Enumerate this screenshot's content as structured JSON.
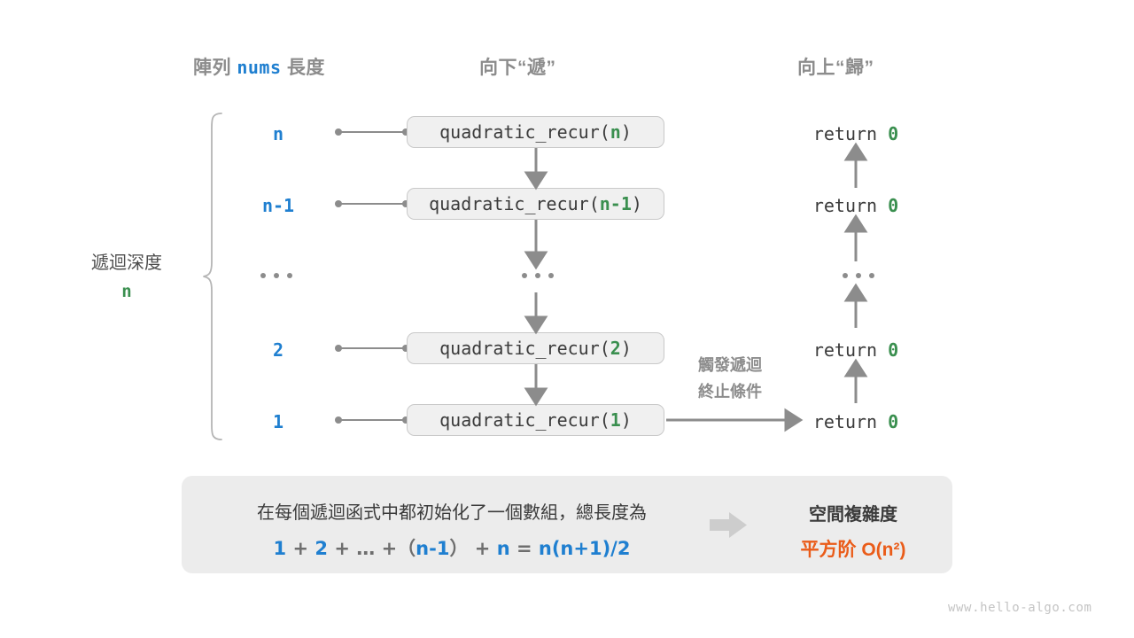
{
  "headers": {
    "left_prefix": "陣列",
    "left_mono": "nums",
    "left_suffix": "長度",
    "middle": "向下“遞”",
    "right": "向上“歸”"
  },
  "depth": {
    "label": "遞迴深度",
    "value": "n"
  },
  "rows": [
    {
      "size": "n",
      "fn_name": "quadratic_recur(",
      "fn_arg": "n",
      "fn_close": ")",
      "ret_keyword": "return",
      "ret_value": "0"
    },
    {
      "size": "n-1",
      "fn_name": "quadratic_recur(",
      "fn_arg": "n-1",
      "fn_close": ")",
      "ret_keyword": "return",
      "ret_value": "0"
    },
    {
      "size": "...",
      "fn_name": "...",
      "fn_arg": "",
      "fn_close": "",
      "ret_keyword": "...",
      "ret_value": ""
    },
    {
      "size": "2",
      "fn_name": "quadratic_recur(",
      "fn_arg": "2",
      "fn_close": ")",
      "ret_keyword": "return",
      "ret_value": "0"
    },
    {
      "size": "1",
      "fn_name": "quadratic_recur(",
      "fn_arg": "1",
      "fn_close": ")",
      "ret_keyword": "return",
      "ret_value": "0"
    }
  ],
  "terminate_note": {
    "line1": "觸發遞迴",
    "line2": "終止條件"
  },
  "summary": {
    "description": "在每個遞迴函式中都初始化了一個數組，總長度為",
    "formula": {
      "t1": "1",
      "o1": "+",
      "t2": "2",
      "o2": "+",
      "e": "…",
      "o3": "+",
      "p1": "（",
      "t3": "n-1",
      "p2": "）",
      "o4": "+",
      "t4": "n",
      "eq": "=",
      "t5": "n(n+1)/2"
    },
    "result_title": "空間複雜度",
    "result_value": "平方阶 O(n²)"
  },
  "watermark": "www.hello-algo.com",
  "colors": {
    "blue": "#1f7fd0",
    "green": "#3a8f4f",
    "orange": "#ea5c19",
    "gray_text": "#8c8c8c",
    "dark_text": "#3b3b3b",
    "box_fill": "#f0f0f0",
    "box_border": "#c9c9c9",
    "panel_fill": "#ececec",
    "arrow": "#8c8c8c"
  }
}
